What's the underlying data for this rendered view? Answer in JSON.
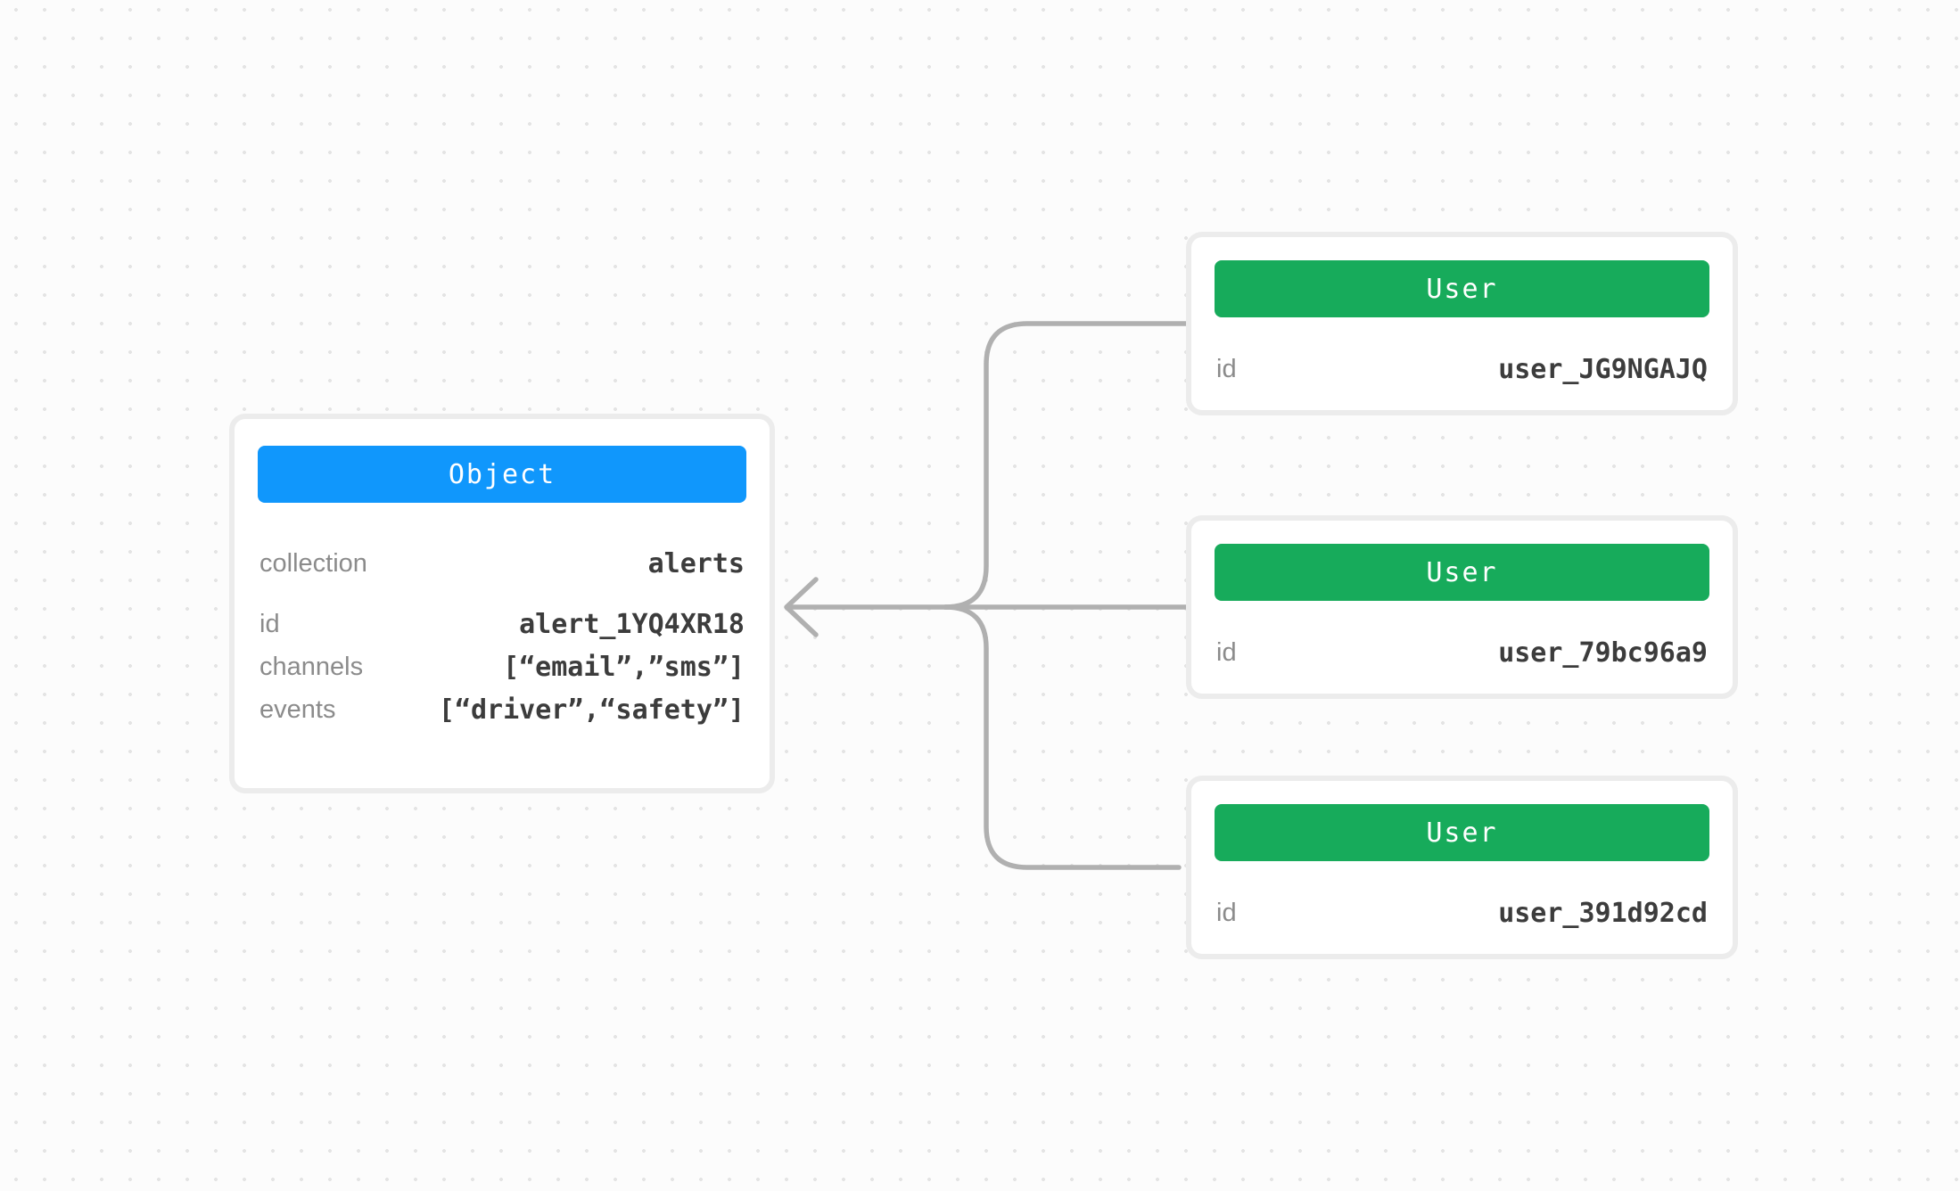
{
  "theme": {
    "background": "#fcfcfc",
    "dot_color": "#e4e4e4",
    "card_border": "#ececec",
    "object_header_color": "#1097fc",
    "user_header_color": "#17ab5b",
    "connector_color": "#b0b0b0",
    "label_color": "#8b8b8b",
    "value_color": "#3c3c3c",
    "header_text_color": "#ffffff"
  },
  "object_card": {
    "header": "Object",
    "rows": [
      {
        "label": "collection",
        "value": "alerts"
      },
      {
        "label": "id",
        "value": "alert_1YQ4XR18"
      },
      {
        "label": "channels",
        "value": "[“email”,”sms”]"
      },
      {
        "label": "events",
        "value": "[“driver”,“safety”]"
      }
    ]
  },
  "user_cards": [
    {
      "header": "User",
      "rows": [
        {
          "label": "id",
          "value": "user_JG9NGAJQ"
        }
      ]
    },
    {
      "header": "User",
      "rows": [
        {
          "label": "id",
          "value": "user_79bc96a9"
        }
      ]
    },
    {
      "header": "User",
      "rows": [
        {
          "label": "id",
          "value": "user_391d92cd"
        }
      ]
    }
  ]
}
